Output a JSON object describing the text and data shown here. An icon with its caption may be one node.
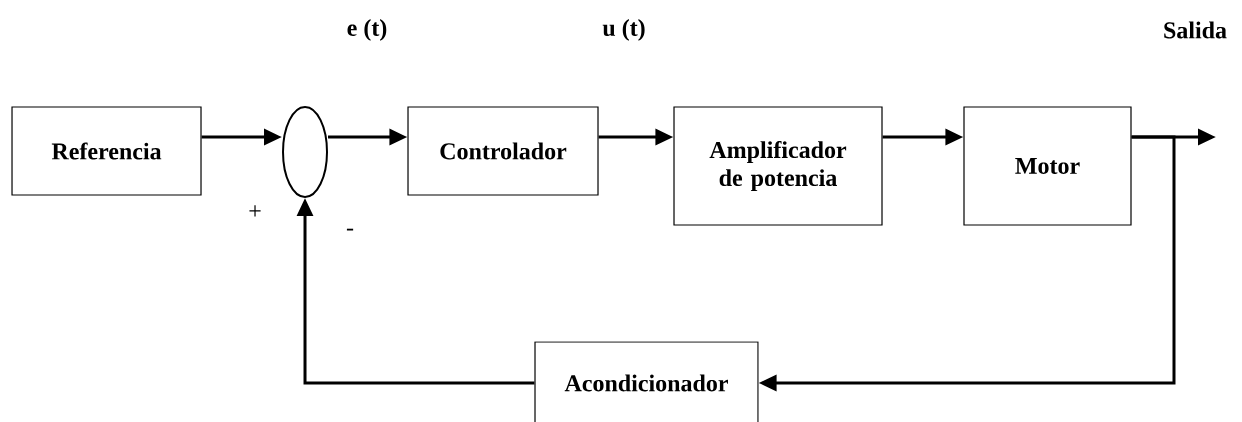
{
  "diagram": {
    "nodes": [
      {
        "text": [
          "Referencia"
        ]
      },
      {
        "text": [],
        "shape": "circle"
      },
      {
        "text": [
          "Controlador"
        ]
      },
      {
        "text": [
          "Amplificador de potencia"
        ]
      },
      {
        "text": [
          "Motor"
        ]
      },
      {
        "text": [
          "Acondicionador"
        ]
      }
    ],
    "edges": [
      {
        "from": 0,
        "to": 1,
        "arrow": "to"
      },
      {
        "from": 1,
        "to": 2,
        "arrow": "to"
      },
      {
        "from": 2,
        "to": 3,
        "arrow": "to"
      },
      {
        "from": 3,
        "to": 4,
        "arrow": "to"
      },
      {
        "from": 4,
        "to": null,
        "arrow": "to"
      },
      {
        "from": 4,
        "to": 5,
        "arrow": "to"
      },
      {
        "from": 5,
        "to": 1,
        "arrow": "to"
      }
    ],
    "labels": [
      "e (t)",
      "u (t)",
      "Salida",
      "+",
      "-"
    ]
  }
}
